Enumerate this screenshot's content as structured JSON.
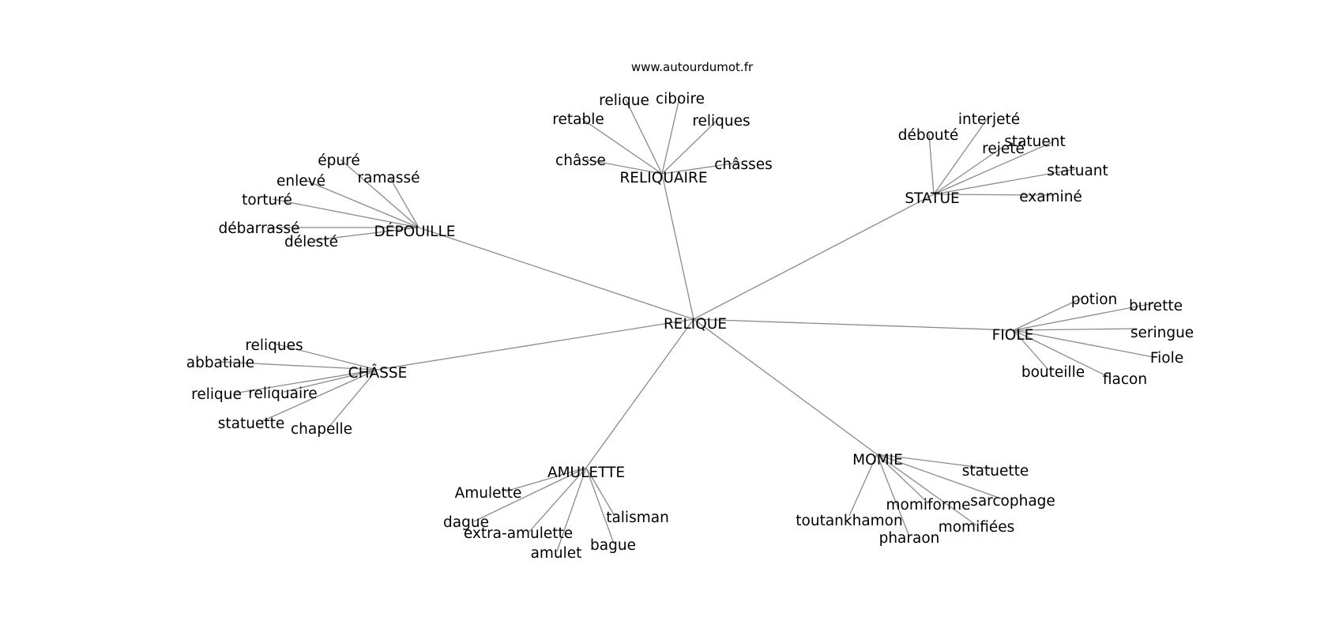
{
  "site_label": "www.autourdumot.fr",
  "graph": {
    "center": "RELIQUE",
    "hubs": [
      {
        "id": "reliquaire",
        "label": "RELIQUAIRE",
        "leaves": [
          "relique",
          "ciboire",
          "retable",
          "reliques",
          "châsse",
          "châsses"
        ]
      },
      {
        "id": "statue",
        "label": "STATUE",
        "leaves": [
          "interjeté",
          "débouté",
          "rejeté",
          "statuent",
          "statuant",
          "examiné"
        ]
      },
      {
        "id": "depouille",
        "label": "DÉPOUILLE",
        "leaves": [
          "épuré",
          "enlevé",
          "ramassé",
          "torturé",
          "débarrassé",
          "délesté"
        ]
      },
      {
        "id": "fiole",
        "label": "FIOLE",
        "leaves": [
          "potion",
          "burette",
          "seringue",
          "Fiole",
          "bouteille",
          "flacon"
        ]
      },
      {
        "id": "chasse",
        "label": "CHÂSSE",
        "leaves": [
          "reliques",
          "abbatiale",
          "relique",
          "reliquaire",
          "statuette",
          "chapelle"
        ]
      },
      {
        "id": "momie",
        "label": "MOMIE",
        "leaves": [
          "statuette",
          "sarcophage",
          "momiforme",
          "toutankhamon",
          "momifiées",
          "pharaon"
        ]
      },
      {
        "id": "amulette",
        "label": "AMULETTE",
        "leaves": [
          "Amulette",
          "dague",
          "extra-amulette",
          "talisman",
          "amulet",
          "bague"
        ]
      }
    ]
  }
}
